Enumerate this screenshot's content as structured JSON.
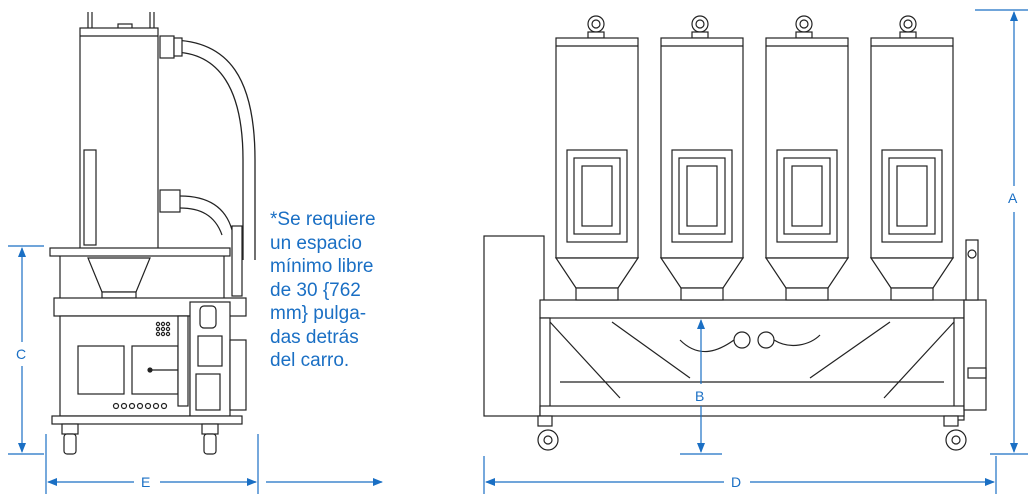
{
  "note": {
    "lines": [
      "*Se requiere",
      "un espacio",
      "mínimo libre",
      "de 30 {762",
      "mm} pulga-",
      "das detrás",
      "del carro."
    ]
  },
  "dimensions": {
    "a": "A",
    "b": "B",
    "c": "C",
    "d": "D",
    "e": "E"
  },
  "colors": {
    "dimension": "#1a6fc4",
    "drawing": "#222222"
  }
}
